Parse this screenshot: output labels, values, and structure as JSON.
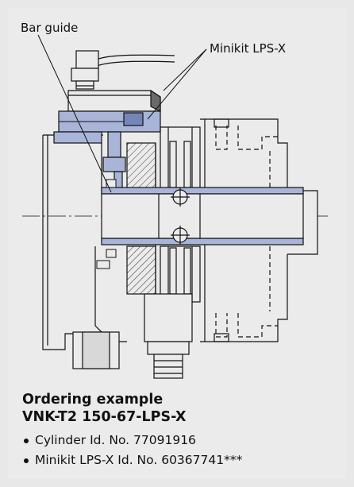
{
  "callouts": {
    "bar_guide": "Bar guide",
    "minikit": "Minikit LPS-X"
  },
  "ordering": {
    "heading_line1": "Ordering example",
    "heading_line2": "VNK-T2 150-67-LPS-X",
    "items": [
      "Cylinder Id. No. 77091916",
      "Minikit LPS-X Id. No. 60367741***"
    ]
  },
  "colors": {
    "background": "#ebebeb",
    "line": "#111111",
    "highlight_fill": "#a9b5d8",
    "highlight_dark": "#7485b8",
    "shadow": "#666666"
  }
}
